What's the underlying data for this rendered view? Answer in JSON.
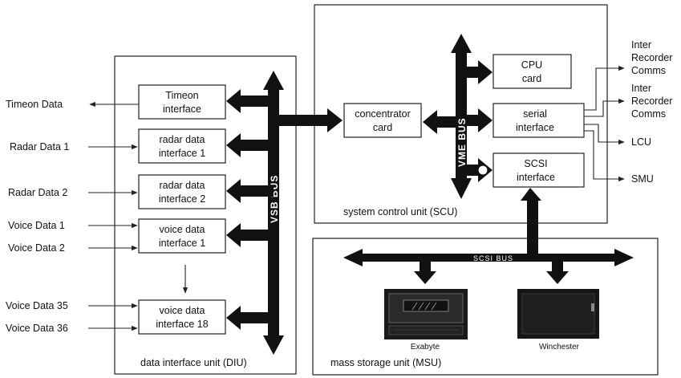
{
  "units": {
    "diu": "data interface unit (DIU)",
    "scu": "system control unit (SCU)",
    "msu": "mass storage unit (MSU)"
  },
  "buses": {
    "vsb": "VSB BUS",
    "vme": "VME BUS",
    "scsi": "SCSI BUS"
  },
  "diu_boxes": {
    "timeon": [
      "Timeon",
      "interface"
    ],
    "radar1": [
      "radar data",
      "interface 1"
    ],
    "radar2": [
      "radar data",
      "interface 2"
    ],
    "voice1": [
      "voice data",
      "interface 1"
    ],
    "voice18": [
      "voice data",
      "interface 18"
    ]
  },
  "inputs": {
    "timeon": "Timeon Data",
    "radar1": "Radar Data 1",
    "radar2": "Radar Data 2",
    "voice1": "Voice Data 1",
    "voice2": "Voice Data 2",
    "voice35": "Voice Data 35",
    "voice36": "Voice Data 36"
  },
  "scu_boxes": {
    "concentrator": [
      "concentrator",
      "card"
    ],
    "cpu": [
      "CPU",
      "card"
    ],
    "serial": [
      "serial",
      "interface"
    ],
    "scsi": [
      "SCSI",
      "interface"
    ]
  },
  "outputs": {
    "comms1": [
      "Inter",
      "Recorder",
      "Comms"
    ],
    "comms2": [
      "Inter",
      "Recorder",
      "Comms"
    ],
    "lcu": "LCU",
    "smu": "SMU"
  },
  "devices": {
    "exabyte": "Exabyte",
    "winchester": "Winchester"
  }
}
